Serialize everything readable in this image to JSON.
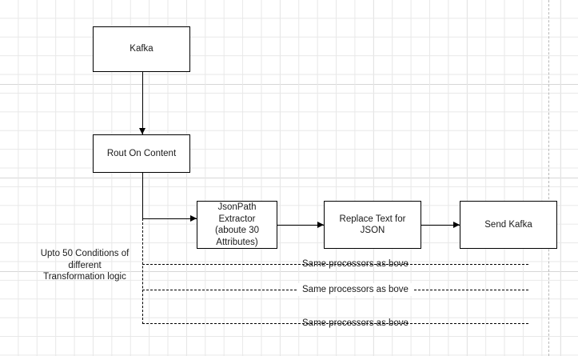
{
  "diagram": {
    "title": "NiFi data flow",
    "background": {
      "grid_minor_color": "#e8e8e8",
      "grid_major_color": "#d6d6d6",
      "canvas_color": "#ffffff",
      "page_break_color": "#b9b9b9"
    },
    "stroke_color": "#000000",
    "text_color": "#1a1a1a"
  },
  "nodes": [
    {
      "id": "kafka-source",
      "label": "Kafka"
    },
    {
      "id": "route-content",
      "label": "Rout On Content"
    },
    {
      "id": "jsonpath",
      "label": "JsonPath\nExtractor\n(aboute 30\nAttributes)"
    },
    {
      "id": "replace-text",
      "label": "Replace Text for\nJSON"
    },
    {
      "id": "kafka-sink",
      "label": "Send Kafka"
    }
  ],
  "notes": {
    "conditions": "Upto 50 Conditions of\ndifferent\nTransformation logic",
    "repeat_rows": [
      "Same processors as bove",
      "Same processors as bove",
      "Same processors as bove"
    ]
  }
}
